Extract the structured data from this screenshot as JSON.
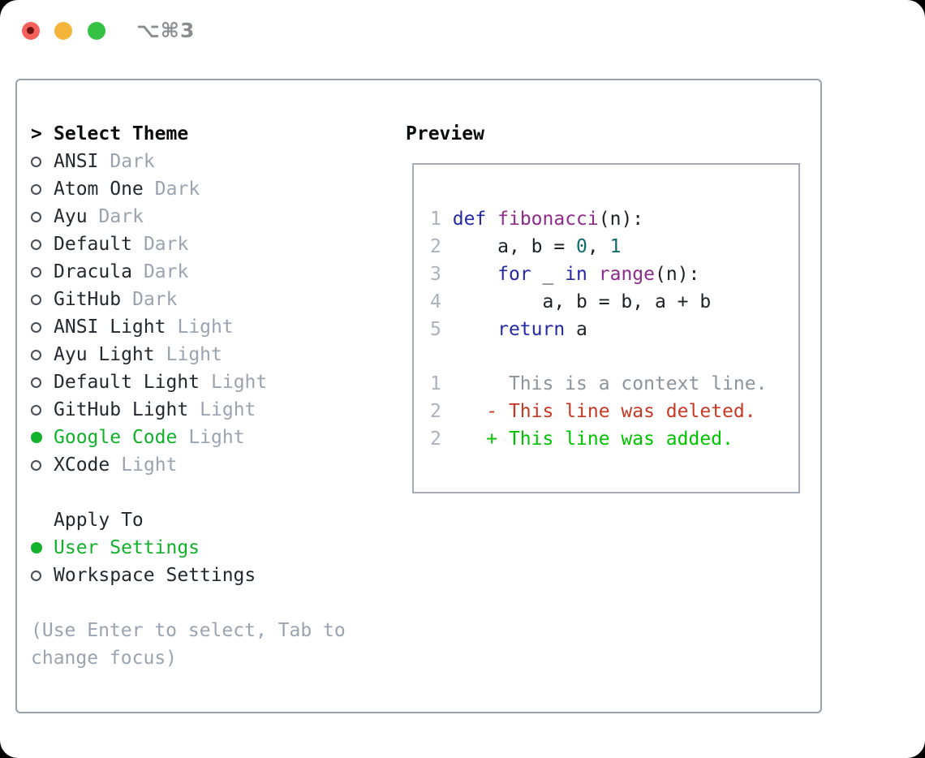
{
  "window": {
    "title": "⌥⌘3",
    "traffic_lights": [
      {
        "name": "close",
        "color": "#f4605a"
      },
      {
        "name": "minimize",
        "color": "#f5b53b"
      },
      {
        "name": "zoom",
        "color": "#35c244"
      }
    ]
  },
  "theme_picker": {
    "header_prefix": ">",
    "header": "Select Theme",
    "items": [
      {
        "label": "ANSI",
        "variant": "Dark",
        "selected": false
      },
      {
        "label": "Atom One",
        "variant": "Dark",
        "selected": false
      },
      {
        "label": "Ayu",
        "variant": "Dark",
        "selected": false
      },
      {
        "label": "Default",
        "variant": "Dark",
        "selected": false
      },
      {
        "label": "Dracula",
        "variant": "Dark",
        "selected": false
      },
      {
        "label": "GitHub",
        "variant": "Dark",
        "selected": false
      },
      {
        "label": "ANSI Light",
        "variant": "Light",
        "selected": false
      },
      {
        "label": "Ayu Light",
        "variant": "Light",
        "selected": false
      },
      {
        "label": "Default Light",
        "variant": "Light",
        "selected": false
      },
      {
        "label": "GitHub Light",
        "variant": "Light",
        "selected": false
      },
      {
        "label": "Google Code",
        "variant": "Light",
        "selected": true
      },
      {
        "label": "XCode",
        "variant": "Light",
        "selected": false
      }
    ],
    "apply_to": {
      "header": "Apply To",
      "options": [
        {
          "label": "User Settings",
          "selected": true
        },
        {
          "label": "Workspace Settings",
          "selected": false
        }
      ]
    },
    "hint_lines": [
      "(Use Enter to select, Tab to",
      "change focus)"
    ]
  },
  "preview": {
    "title": "Preview",
    "code_lines": [
      {
        "num": "1",
        "segments": [
          {
            "t": " ",
            "c": "pl"
          },
          {
            "t": "def",
            "c": "kw"
          },
          {
            "t": " ",
            "c": "pl"
          },
          {
            "t": "fibonacci",
            "c": "fn"
          },
          {
            "t": "(n):",
            "c": "pl"
          }
        ]
      },
      {
        "num": "2",
        "segments": [
          {
            "t": "     a, b = ",
            "c": "pl"
          },
          {
            "t": "0",
            "c": "num"
          },
          {
            "t": ", ",
            "c": "pl"
          },
          {
            "t": "1",
            "c": "num"
          }
        ]
      },
      {
        "num": "3",
        "segments": [
          {
            "t": "     ",
            "c": "pl"
          },
          {
            "t": "for",
            "c": "kw"
          },
          {
            "t": " _ ",
            "c": "pl"
          },
          {
            "t": "in",
            "c": "kw"
          },
          {
            "t": " ",
            "c": "pl"
          },
          {
            "t": "range",
            "c": "fn"
          },
          {
            "t": "(n):",
            "c": "pl"
          }
        ]
      },
      {
        "num": "4",
        "segments": [
          {
            "t": "         a, b = b, a + b",
            "c": "pl"
          }
        ]
      },
      {
        "num": "5",
        "segments": [
          {
            "t": "     ",
            "c": "pl"
          },
          {
            "t": "return",
            "c": "kw"
          },
          {
            "t": " a",
            "c": "pl"
          }
        ]
      }
    ],
    "diff_lines": [
      {
        "num": "1",
        "segments": [
          {
            "t": "      This is a context line.",
            "c": "ctx"
          }
        ]
      },
      {
        "num": "2",
        "segments": [
          {
            "t": "    - This line was deleted.",
            "c": "del"
          }
        ]
      },
      {
        "num": "2",
        "segments": [
          {
            "t": "    + This line was added.",
            "c": "add"
          }
        ]
      }
    ]
  },
  "colors": {
    "selected_green": "#12b12a",
    "added_green": "#00c300",
    "deleted_red": "#c63a24",
    "keyword_blue": "#2429a6",
    "function_purple": "#8e2b8b",
    "literal_teal": "#10696e",
    "muted_gray": "#9aa4b0",
    "line_number_gray": "#a9b2bd",
    "context_gray": "#8b949d",
    "panel_border": "#99a1ab",
    "text_dark": "#24292f"
  }
}
